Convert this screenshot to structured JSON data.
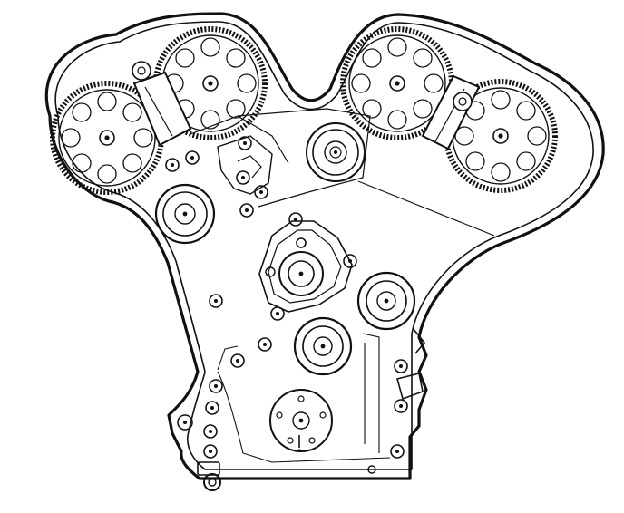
{
  "figure": {
    "kind": "timing belt drive line drawing",
    "background_color": "#ffffff",
    "ink_color": "#111111",
    "printed_text": []
  },
  "components": {
    "camshaft_sprockets": [
      "cam-sprocket-left-outer",
      "cam-sprocket-left-inner",
      "cam-sprocket-right-inner",
      "cam-sprocket-right-outer"
    ],
    "belt_tensioners": [
      "tensioner-left",
      "tensioner-right"
    ],
    "idler_pulleys": [
      "idler-upper",
      "idler-lower-right",
      "idler-lower-center"
    ],
    "other_pulleys": [
      "water-pump-pulley",
      "left-accessory-pulley",
      "crankshaft-sprocket"
    ],
    "sprocket_hole_count": 8
  }
}
